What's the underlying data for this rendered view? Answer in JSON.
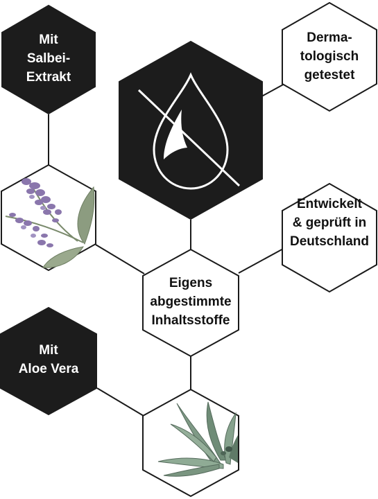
{
  "nodes": {
    "salbei": {
      "lines": [
        "Mit",
        "Salbei-",
        "Extrakt"
      ]
    },
    "dermatologisch": {
      "lines": [
        "Derma-",
        "tologisch",
        "getestet"
      ]
    },
    "entwickelt": {
      "lines": [
        "Entwickelt",
        "& geprüft in",
        "Deutschland"
      ]
    },
    "eigens": {
      "lines": [
        "Eigens",
        "abgestimmte",
        "Inhaltsstoffe"
      ]
    },
    "aloe": {
      "lines": [
        "Mit",
        "Aloe Vera"
      ]
    }
  },
  "icons": {
    "center": "no-oil-drop-icon",
    "sage": "sage-plant-illustration",
    "aloe": "aloe-vera-plant-illustration"
  },
  "colors": {
    "dark_fill": "#1c1c1c",
    "outline": "#1a1a1a",
    "light_text": "#ffffff",
    "dark_text": "#111111",
    "sage_flower": "#8a76ac",
    "sage_leaf": "#8c9c80",
    "aloe_leaf": "#7f9a86"
  }
}
